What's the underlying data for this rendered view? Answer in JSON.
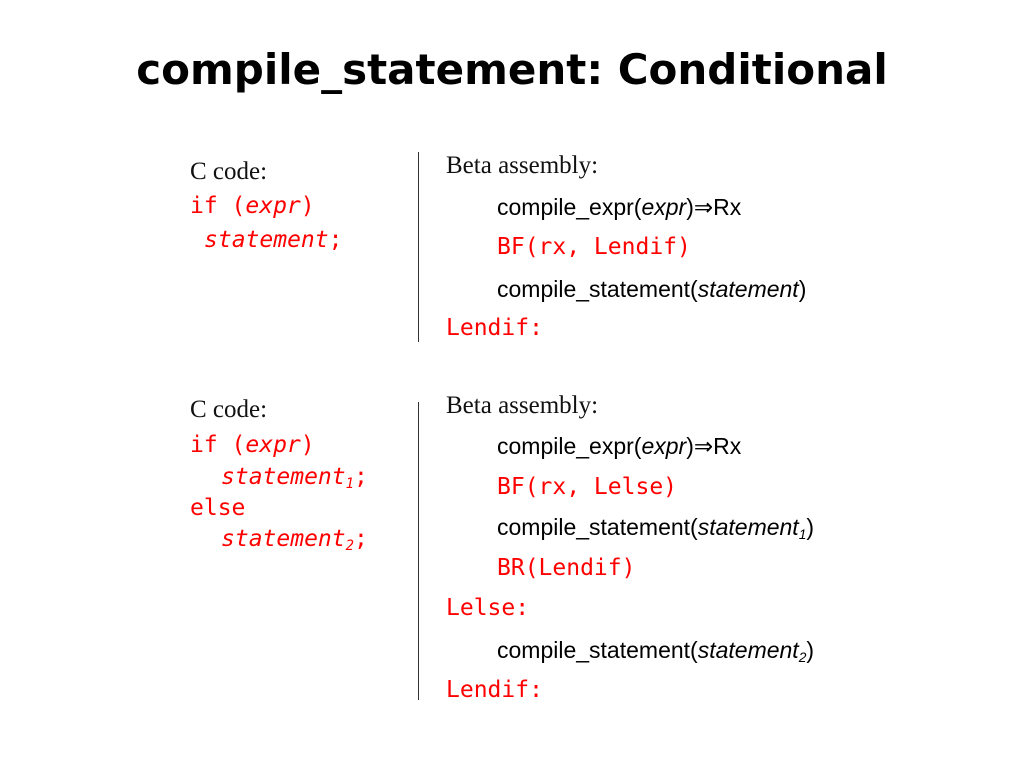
{
  "title": "compile_statement: Conditional",
  "colors": {
    "code": "#ff0000",
    "text": "#000000"
  },
  "block1": {
    "c_label": "C code:",
    "c_if": "if (",
    "c_expr": "expr",
    "c_close": ")",
    "c_statement": "statement",
    "c_semicolon": ";",
    "asm_label": "Beta assembly:",
    "asm_expr_pre": "compile_expr(",
    "asm_expr_arg": "expr",
    "asm_expr_post": ")⇒Rx",
    "asm_bf": "BF(rx, Lendif)",
    "asm_stmt_pre": "compile_statement(",
    "asm_stmt_arg": "statement",
    "asm_stmt_post": ")",
    "asm_lendif": "Lendif:"
  },
  "block2": {
    "c_label": "C code:",
    "c_if": "if (",
    "c_expr": "expr",
    "c_close": ")",
    "c_statement": "statement",
    "c_sub1": "1",
    "c_sub2": "2",
    "c_semicolon": ";",
    "c_else": "else",
    "asm_label": "Beta assembly:",
    "asm_expr_pre": "compile_expr(",
    "asm_expr_arg": "expr",
    "asm_expr_post": ")⇒Rx",
    "asm_bf": "BF(rx, Lelse)",
    "asm_stmt_pre": "compile_statement(",
    "asm_stmt_arg": "statement",
    "asm_sub1": "1",
    "asm_sub2": "2",
    "asm_stmt_post": ")",
    "asm_br": "BR(Lendif)",
    "asm_lelse": "Lelse:",
    "asm_lendif": "Lendif:"
  }
}
